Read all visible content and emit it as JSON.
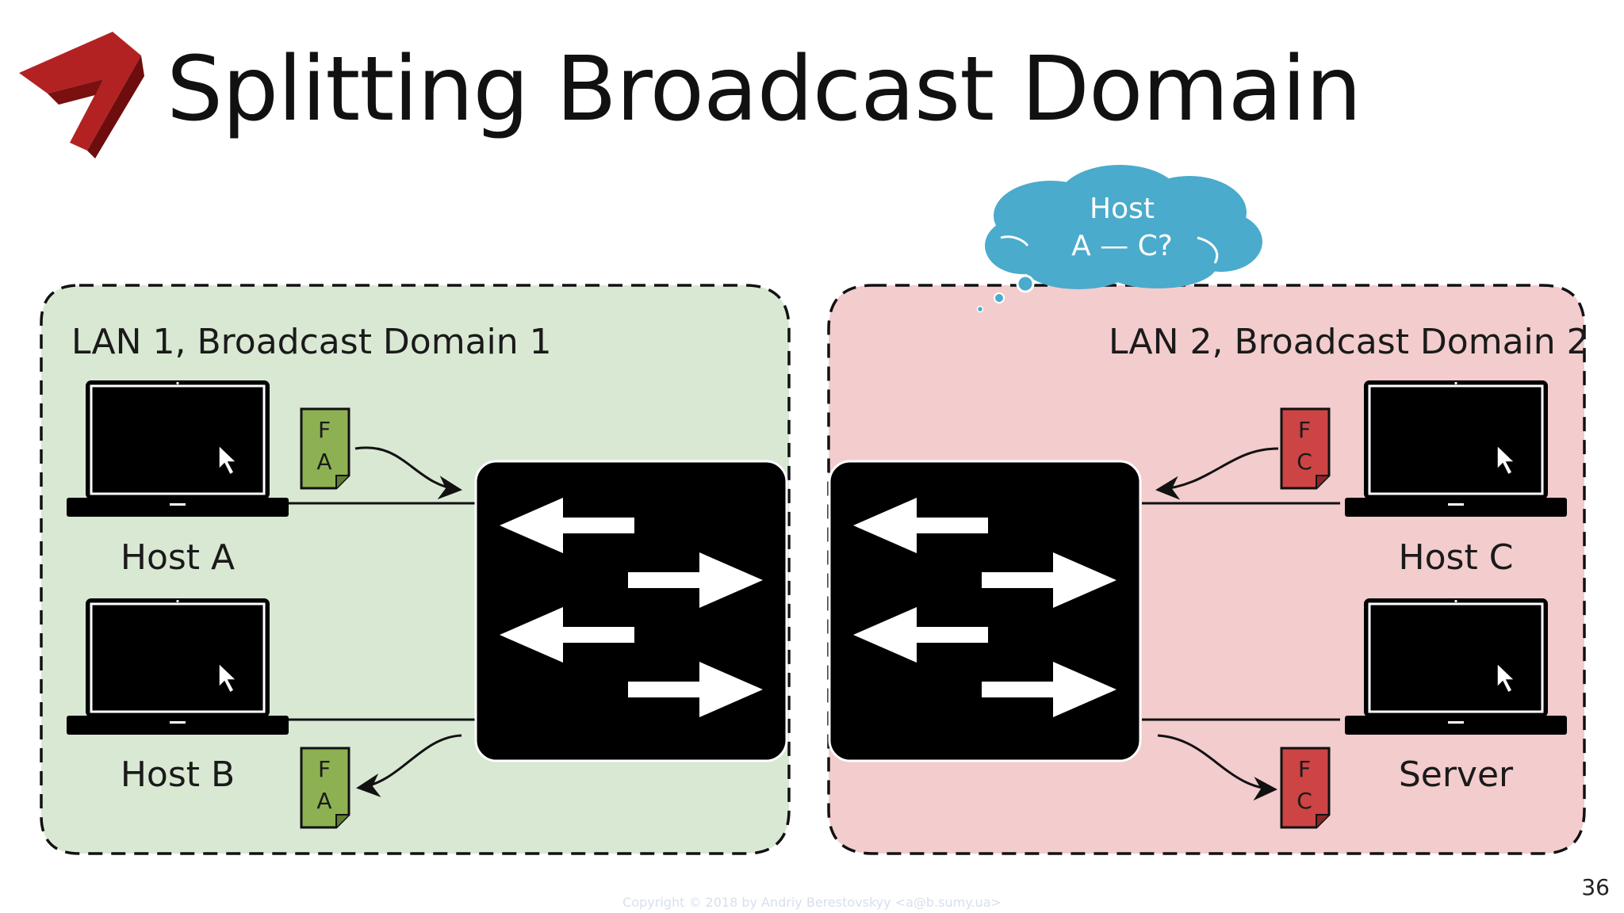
{
  "slide": {
    "title": "Splitting Broadcast Domain",
    "page_number": "36",
    "footer": "Copyright © 2018 by Andriy Berestovskyy <a@b.sumy.ua>"
  },
  "lan1": {
    "label": "LAN 1, Broadcast Domain 1",
    "fill_color": "#d9e8d3"
  },
  "lan2": {
    "label": "LAN 2, Broadcast Domain 2",
    "fill_color": "#f3cccd"
  },
  "hosts": {
    "a": "Host A",
    "b": "Host B",
    "c": "Host C",
    "server": "Server"
  },
  "frames": {
    "lan1_top": {
      "src": "F",
      "dst": "A",
      "color": "#8db152"
    },
    "lan1_bottom": {
      "src": "F",
      "dst": "A",
      "color": "#8db152"
    },
    "lan2_top": {
      "src": "F",
      "dst": "C",
      "color": "#cc4444"
    },
    "lan2_bottom": {
      "src": "F",
      "dst": "C",
      "color": "#cc4444"
    }
  },
  "thought_cloud": {
    "line1": "Host",
    "line2": "A — C?",
    "color": "#4aabcc"
  },
  "icons": [
    "logo-icon",
    "laptop-icon",
    "switch-icon",
    "thought-cloud-icon"
  ]
}
